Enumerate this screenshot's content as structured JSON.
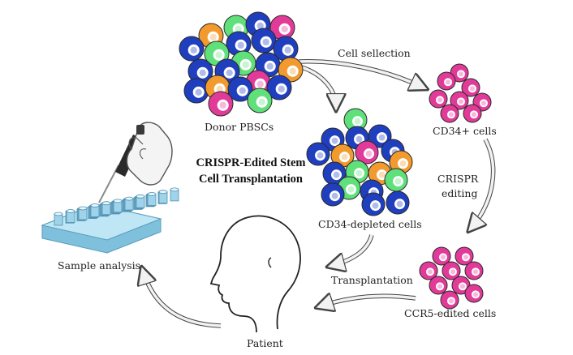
{
  "diagram": {
    "title_line1": "CRISPR-Edited Stem",
    "title_line2": "Cell Transplantation",
    "labels": {
      "donor": "Donor PBSCs",
      "cell_selection": "Cell sellection",
      "cd34_pos": "CD34+ cells",
      "crispr_line1": "CRISPR",
      "crispr_line2": "editing",
      "cd34_depleted": "CD34-depleted cells",
      "ccr5": "CCR5-edited cells",
      "transplantation": "Transplantation",
      "patient": "Patient",
      "sample_analysis": "Sample analysis"
    }
  },
  "colors": {
    "blue_cell": "#1f3fbf",
    "orange_cell": "#f29a2e",
    "green_cell": "#5fe07a",
    "pink_cell": "#e23a98",
    "arrow_fill": "#f2f2f2",
    "arrow_stroke": "#444444",
    "rack": "#9fd3ea",
    "glove": "#f4f4f4"
  },
  "icons": [
    "cell-cluster-icon",
    "pipette-hand-icon",
    "sample-rack-icon",
    "patient-head-icon",
    "curved-arrow-icon"
  ]
}
